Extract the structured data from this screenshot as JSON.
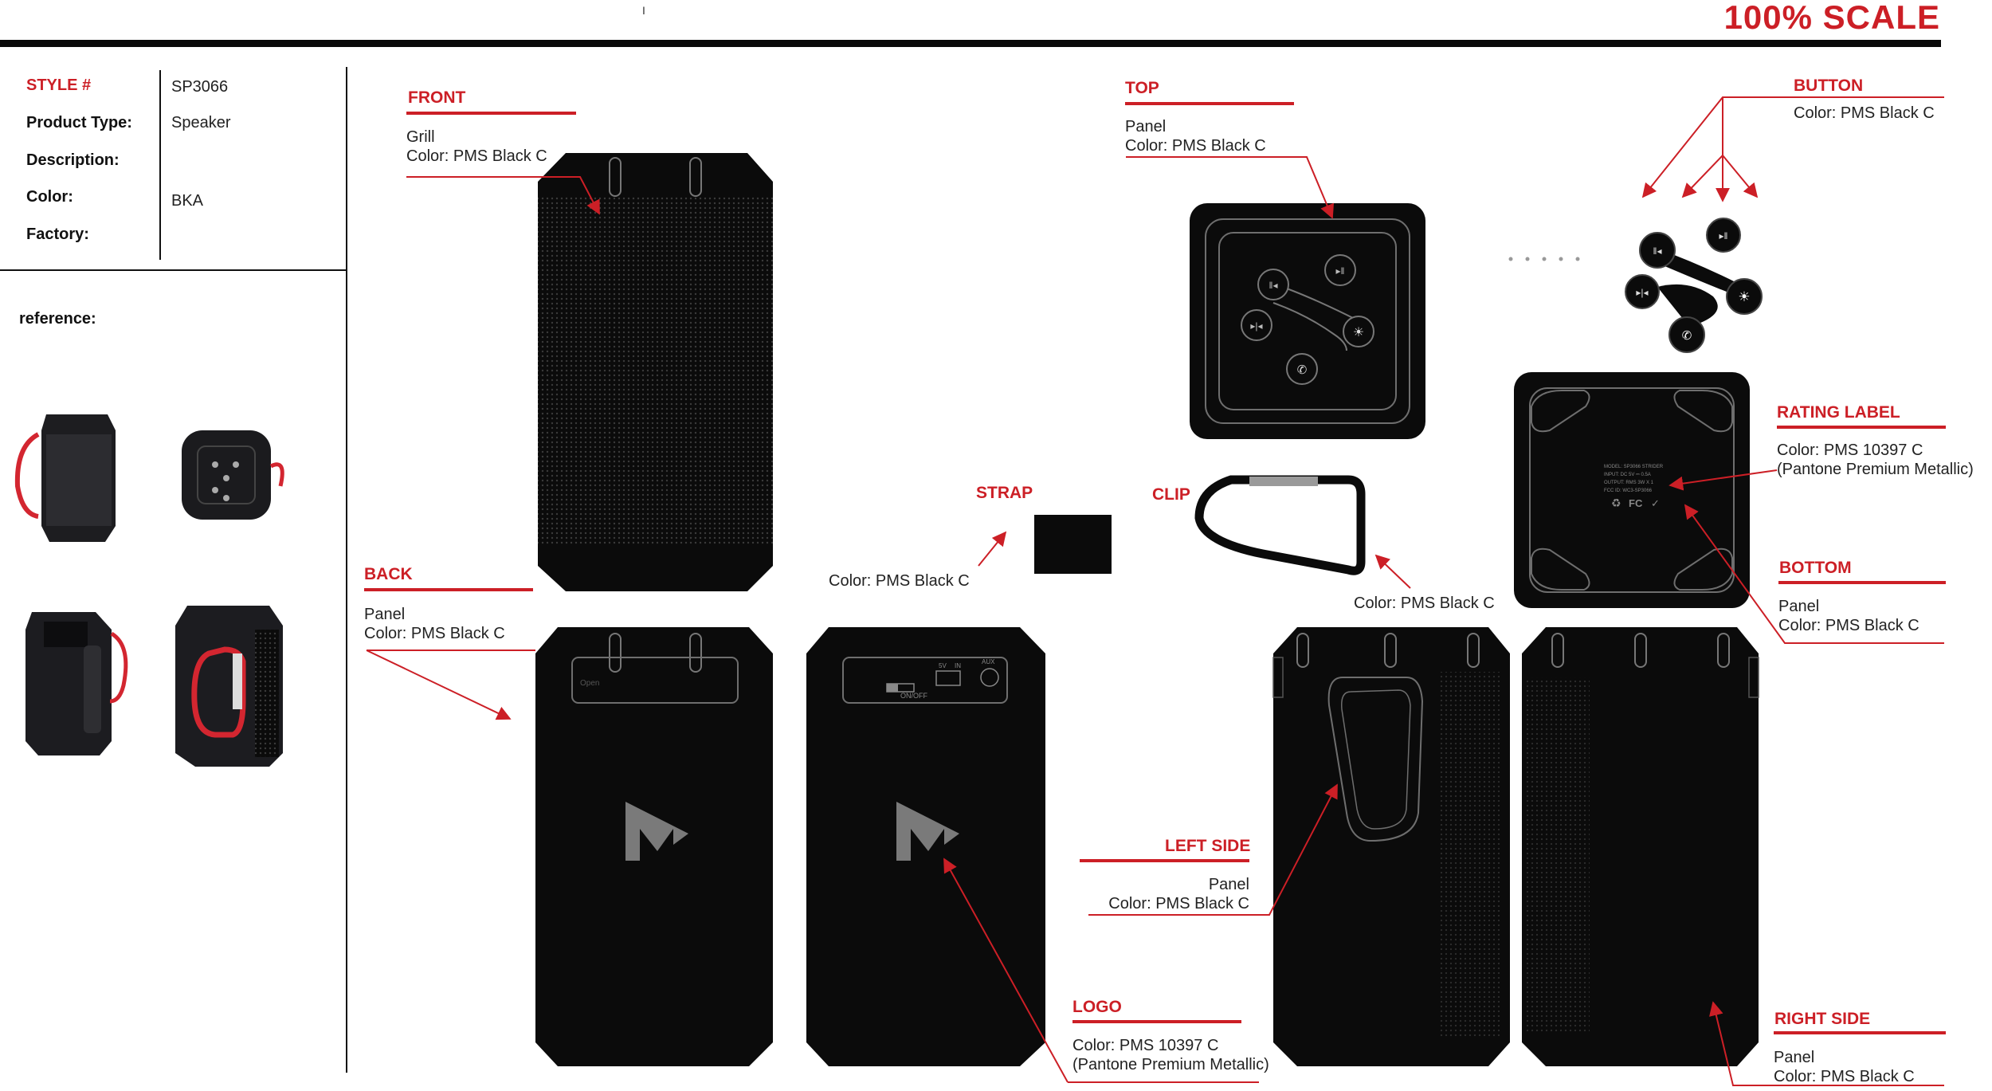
{
  "header": {
    "scale": "100% SCALE",
    "tick": "I"
  },
  "spec": {
    "style_label": "STYLE #",
    "style_value": "SP3066",
    "product_type_label": "Product Type:",
    "product_type_value": "Speaker",
    "description_label": "Description:",
    "color_label": "Color:",
    "color_value": "BKA",
    "factory_label": "Factory:"
  },
  "reference_label": "reference:",
  "callouts": {
    "front": {
      "title": "FRONT",
      "line1": "Grill",
      "line2": "Color: PMS Black C"
    },
    "top": {
      "title": "TOP",
      "line1": "Panel",
      "line2": "Color: PMS Black C"
    },
    "button": {
      "title": "BUTTON",
      "line1": "Color: PMS Black C"
    },
    "rating": {
      "title": "RATING LABEL",
      "line1": "Color: PMS 10397 C",
      "line2": "(Pantone Premium Metallic)"
    },
    "bottom": {
      "title": "BOTTOM",
      "line1": "Panel",
      "line2": "Color: PMS Black C"
    },
    "strap": {
      "title": "STRAP",
      "line1": "Color: PMS Black C"
    },
    "clip": {
      "title": "CLIP",
      "line1": "Color: PMS Black C"
    },
    "back": {
      "title": "BACK",
      "line1": "Panel",
      "line2": "Color: PMS Black C"
    },
    "left_side": {
      "title": "LEFT SIDE",
      "line1": "Panel",
      "line2": "Color: PMS Black C"
    },
    "logo": {
      "title": "LOGO",
      "line1": "Color: PMS 10397 C",
      "line2": "(Pantone Premium Metallic)"
    },
    "right_side": {
      "title": "RIGHT SIDE",
      "line1": "Panel",
      "line2": "Color: PMS Black C"
    }
  },
  "panel_text": {
    "open": "Open",
    "onoff": "ON/OFF",
    "v5": "5V",
    "in": "IN",
    "aux": "AUX",
    "rating_l1": "MODEL: SP3066 STRIDER",
    "rating_l2": "INPUT: DC 5V ⎓ 0.5A",
    "rating_l3": "OUTPUT: RMS 3W X 1",
    "rating_l4": "FCC ID: WC3-SP3066",
    "fc": "FC"
  },
  "icons": [
    "prev-icon",
    "play-pause-icon",
    "next-icon",
    "light-icon",
    "phone-icon",
    "recycle-icon",
    "fc-mark-icon",
    "check-mark-icon",
    "speaker-logo-icon"
  ],
  "colors": {
    "accent": "#cc1f26",
    "product": "#0b0b0b",
    "outline": "#6e6e6e",
    "logo": "#7a7a7a"
  }
}
